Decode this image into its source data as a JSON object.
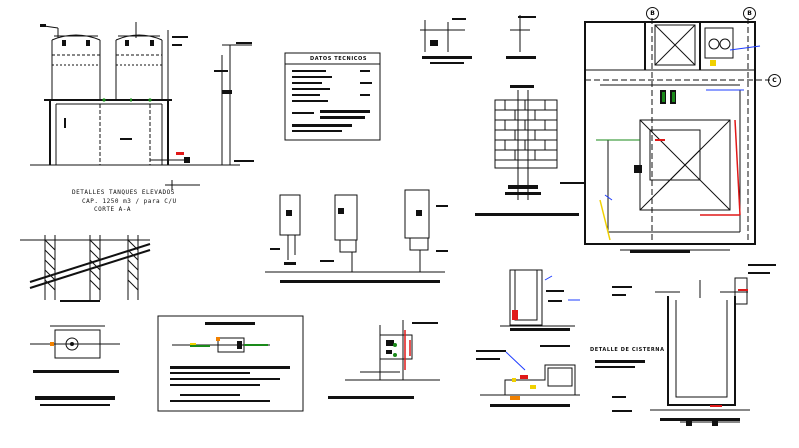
{
  "drawing": {
    "tank_detail_title": "DETALLES TANQUES ELEVADOS",
    "tank_capacity": "CAP. 1250 m3 / para C/U",
    "tank_section": "CORTE A-A",
    "technical_data_title": "DATOS TECNICOS",
    "cistern_title": "DETALLE DE CISTERNA",
    "grid_markers": [
      "B",
      "B",
      "C"
    ],
    "colors": {
      "line": "#111111",
      "green": "#1a8a1a",
      "red": "#e01818",
      "blue": "#1e3cff",
      "yellow": "#f0d000",
      "orange": "#f08000"
    }
  }
}
